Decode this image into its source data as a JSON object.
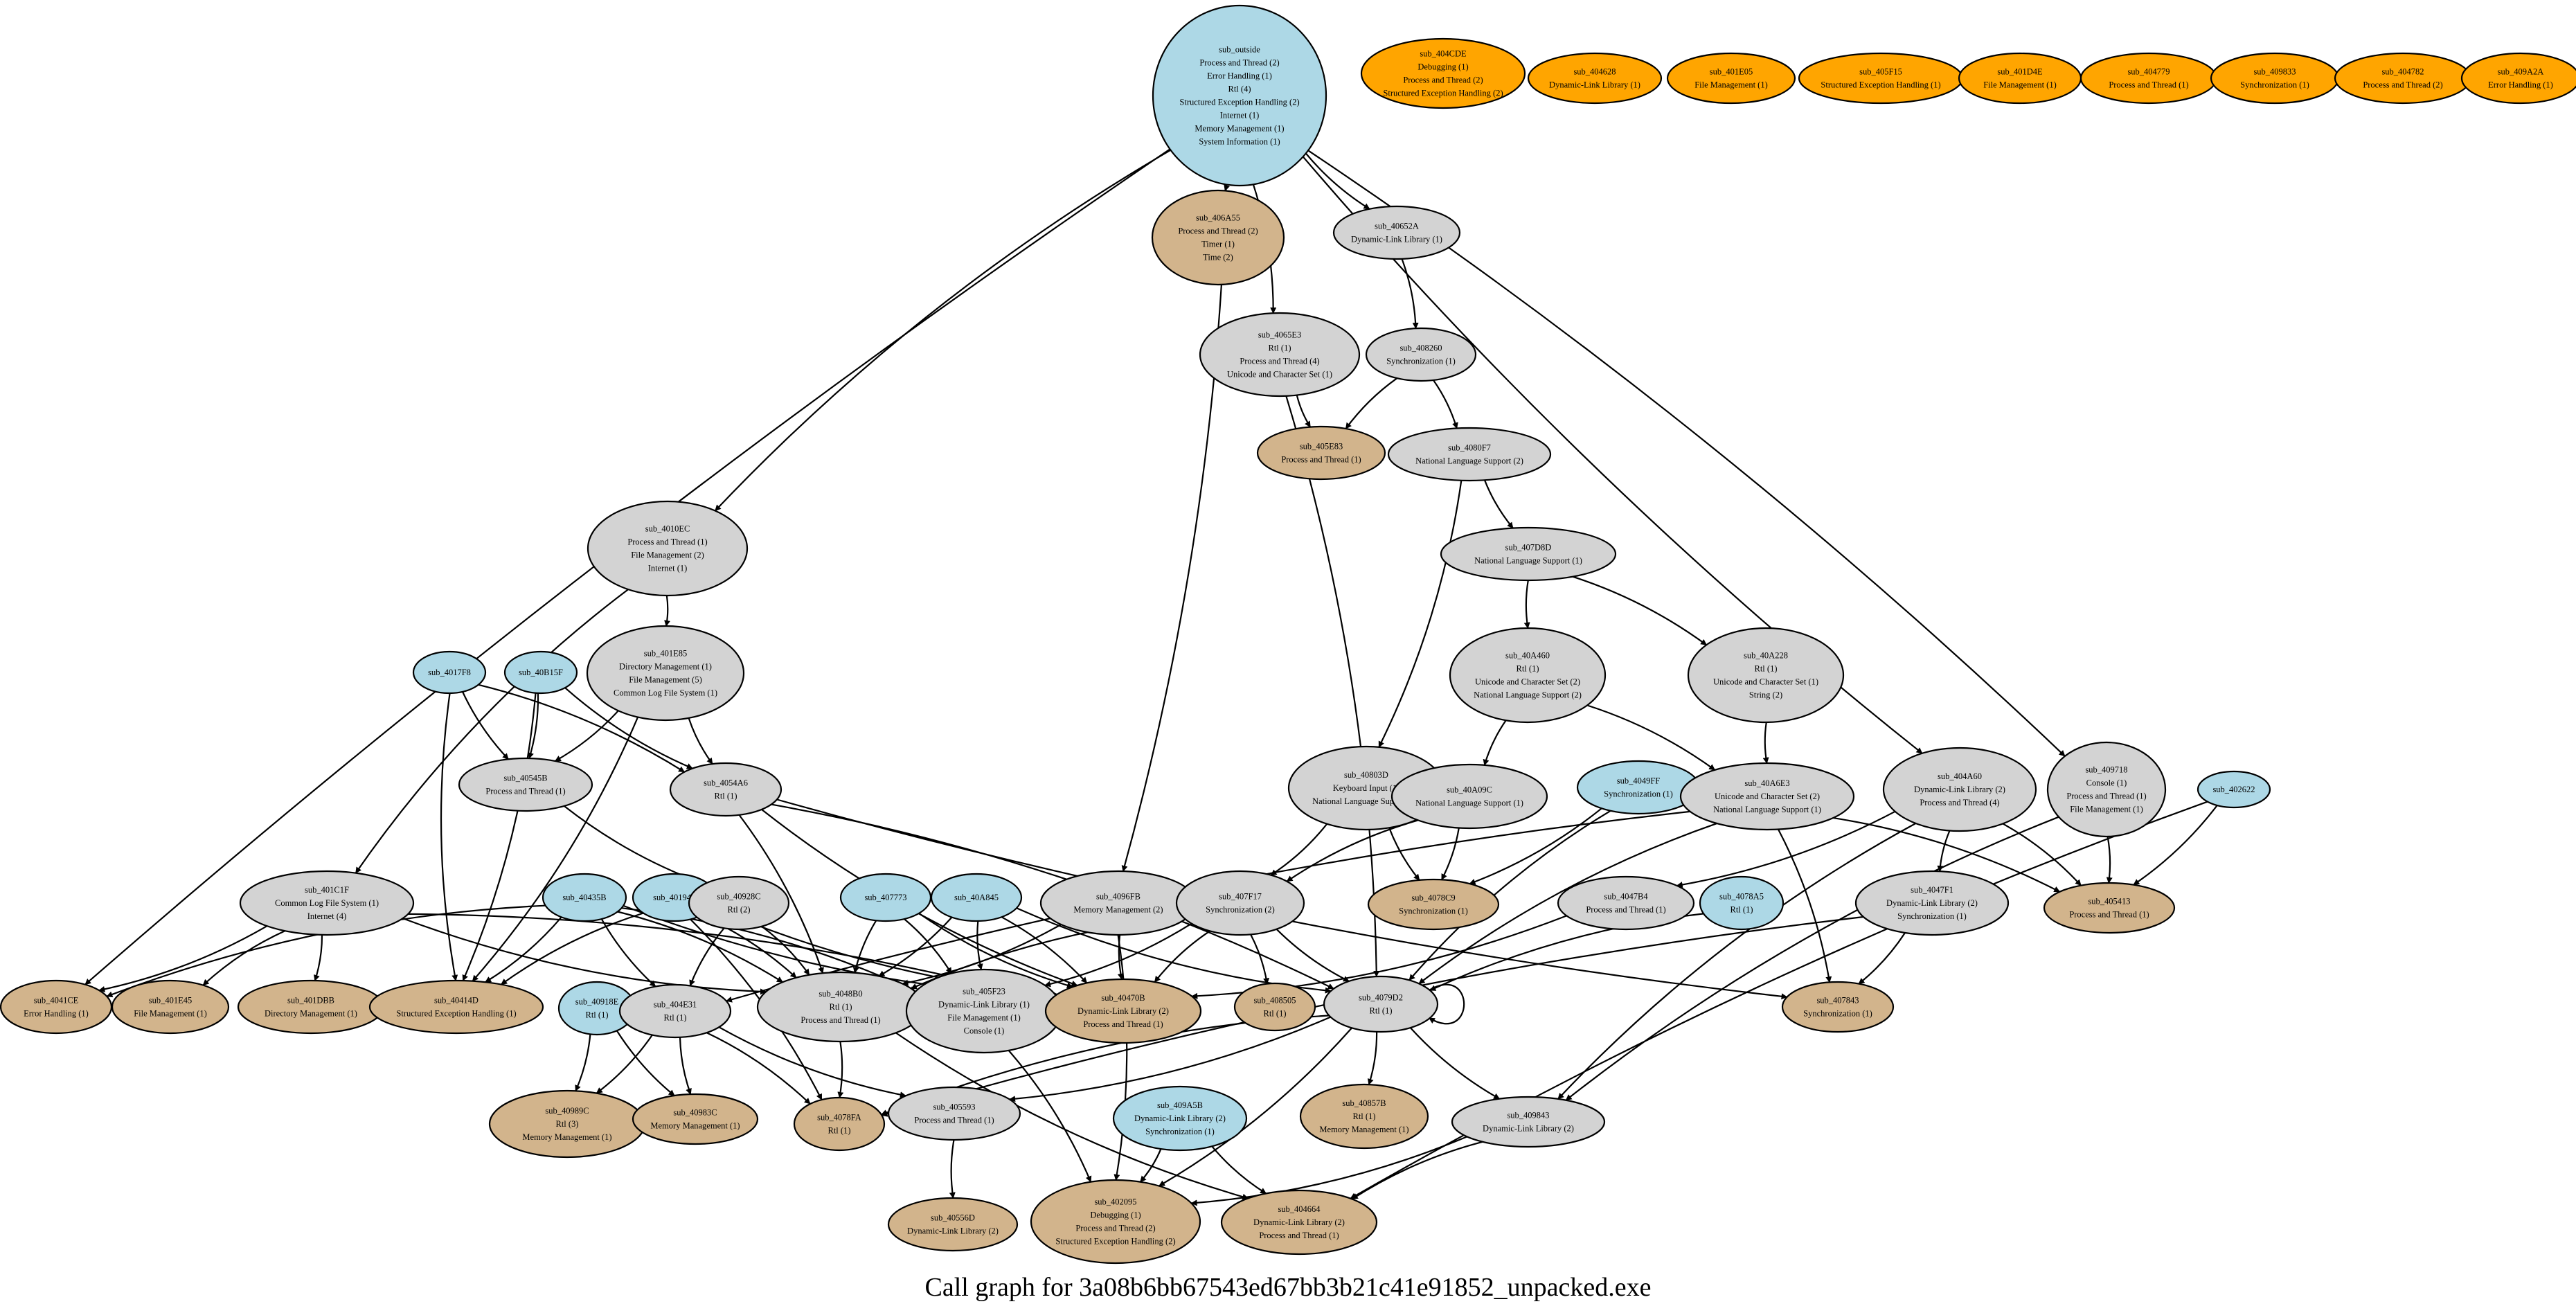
{
  "caption": "Call graph for 3a08b6bb67543ed67bb3b21c41e91852_unpacked.exe",
  "colors": {
    "root": "#add8e6",
    "internal": "#d3d3d3",
    "leaf": "#d2b48c",
    "isolated": "#ffa500",
    "edge": "#000000"
  },
  "nodes": [
    {
      "id": "sub_outside",
      "kind": "root",
      "lines": [
        "Process and Thread (2)",
        "Error Handling (1)",
        "Rtl (4)",
        "Structured Exception Handling (2)",
        "Internet (1)",
        "Memory Management (1)",
        "System Information (1)"
      ]
    },
    {
      "id": "sub_404CDE",
      "kind": "isolated",
      "lines": [
        "Debugging (1)",
        "Process and Thread (2)",
        "Structured Exception Handling (2)"
      ]
    },
    {
      "id": "sub_404628",
      "kind": "isolated",
      "lines": [
        "Dynamic-Link Library (1)"
      ]
    },
    {
      "id": "sub_401E05",
      "kind": "isolated",
      "lines": [
        "File Management (1)"
      ]
    },
    {
      "id": "sub_405F15",
      "kind": "isolated",
      "lines": [
        "Structured Exception Handling (1)"
      ]
    },
    {
      "id": "sub_401D4E",
      "kind": "isolated",
      "lines": [
        "File Management (1)"
      ]
    },
    {
      "id": "sub_404779",
      "kind": "isolated",
      "lines": [
        "Process and Thread (1)"
      ]
    },
    {
      "id": "sub_409833",
      "kind": "isolated",
      "lines": [
        "Synchronization (1)"
      ]
    },
    {
      "id": "sub_404782",
      "kind": "isolated",
      "lines": [
        "Process and Thread (2)"
      ]
    },
    {
      "id": "sub_409A2A",
      "kind": "isolated",
      "lines": [
        "Error Handling (1)"
      ]
    },
    {
      "id": "sub_406A55",
      "kind": "leaf",
      "lines": [
        "Process and Thread (2)",
        "Timer (1)",
        "Time (2)"
      ]
    },
    {
      "id": "sub_40652A",
      "kind": "internal",
      "lines": [
        "Dynamic-Link Library (1)"
      ]
    },
    {
      "id": "sub_4065E3",
      "kind": "internal",
      "lines": [
        "Rtl (1)",
        "Process and Thread (4)",
        "Unicode and Character Set (1)"
      ]
    },
    {
      "id": "sub_408260",
      "kind": "internal",
      "lines": [
        "Synchronization (1)"
      ]
    },
    {
      "id": "sub_405E83",
      "kind": "leaf",
      "lines": [
        "Process and Thread (1)"
      ]
    },
    {
      "id": "sub_4080F7",
      "kind": "internal",
      "lines": [
        "National Language Support (2)"
      ]
    },
    {
      "id": "sub_4010EC",
      "kind": "internal",
      "lines": [
        "Process and Thread (1)",
        "File Management (2)",
        "Internet (1)"
      ]
    },
    {
      "id": "sub_407D8D",
      "kind": "internal",
      "lines": [
        "National Language Support (1)"
      ]
    },
    {
      "id": "sub_401E85",
      "kind": "internal",
      "lines": [
        "Directory Management (1)",
        "File Management (5)",
        "Common Log File System (1)"
      ]
    },
    {
      "id": "sub_40A460",
      "kind": "internal",
      "lines": [
        "Rtl (1)",
        "Unicode and Character Set (2)",
        "National Language Support (2)"
      ]
    },
    {
      "id": "sub_40A228",
      "kind": "internal",
      "lines": [
        "Rtl (1)",
        "Unicode and Character Set (1)",
        "String (2)"
      ]
    },
    {
      "id": "sub_4017F8",
      "kind": "root",
      "lines": []
    },
    {
      "id": "sub_40B15F",
      "kind": "root",
      "lines": []
    },
    {
      "id": "sub_40545B",
      "kind": "internal",
      "lines": [
        "Process and Thread (1)"
      ]
    },
    {
      "id": "sub_4054A6",
      "kind": "internal",
      "lines": [
        "Rtl (1)"
      ]
    },
    {
      "id": "sub_40803D",
      "kind": "internal",
      "lines": [
        "Keyboard Input (1)",
        "National Language Support (1)"
      ]
    },
    {
      "id": "sub_40A09C",
      "kind": "internal",
      "lines": [
        "National Language Support (1)"
      ]
    },
    {
      "id": "sub_4049FF",
      "kind": "root",
      "lines": [
        "Synchronization (1)"
      ]
    },
    {
      "id": "sub_40A6E3",
      "kind": "internal",
      "lines": [
        "Unicode and Character Set (2)",
        "National Language Support (1)"
      ]
    },
    {
      "id": "sub_404A60",
      "kind": "internal",
      "lines": [
        "Dynamic-Link Library (2)",
        "Process and Thread (4)"
      ]
    },
    {
      "id": "sub_409718",
      "kind": "internal",
      "lines": [
        "Console (1)",
        "Process and Thread (1)",
        "File Management (1)"
      ]
    },
    {
      "id": "sub_402622",
      "kind": "root",
      "lines": []
    },
    {
      "id": "sub_401C1F",
      "kind": "internal",
      "lines": [
        "Common Log File System (1)",
        "Internet (4)"
      ]
    },
    {
      "id": "sub_40435B",
      "kind": "root",
      "lines": []
    },
    {
      "id": "sub_40194F",
      "kind": "root",
      "lines": []
    },
    {
      "id": "sub_40928C",
      "kind": "internal",
      "lines": [
        "Rtl (2)"
      ]
    },
    {
      "id": "sub_407773",
      "kind": "root",
      "lines": []
    },
    {
      "id": "sub_40A845",
      "kind": "root",
      "lines": []
    },
    {
      "id": "sub_4096FB",
      "kind": "internal",
      "lines": [
        "Memory Management (2)"
      ]
    },
    {
      "id": "sub_407F17",
      "kind": "internal",
      "lines": [
        "Synchronization (2)"
      ]
    },
    {
      "id": "sub_4078C9",
      "kind": "leaf",
      "lines": [
        "Synchronization (1)"
      ]
    },
    {
      "id": "sub_4047B4",
      "kind": "internal",
      "lines": [
        "Process and Thread (1)"
      ]
    },
    {
      "id": "sub_4078A5",
      "kind": "root",
      "lines": [
        "Rtl (1)"
      ]
    },
    {
      "id": "sub_4047F1",
      "kind": "internal",
      "lines": [
        "Dynamic-Link Library (2)",
        "Synchronization (1)"
      ]
    },
    {
      "id": "sub_405413",
      "kind": "leaf",
      "lines": [
        "Process and Thread (1)"
      ]
    },
    {
      "id": "sub_4041CE",
      "kind": "leaf",
      "lines": [
        "Error Handling (1)"
      ]
    },
    {
      "id": "sub_401E45",
      "kind": "leaf",
      "lines": [
        "File Management (1)"
      ]
    },
    {
      "id": "sub_401DBB",
      "kind": "leaf",
      "lines": [
        "Directory Management (1)"
      ]
    },
    {
      "id": "sub_40414D",
      "kind": "leaf",
      "lines": [
        "Structured Exception Handling (1)"
      ]
    },
    {
      "id": "sub_40918E",
      "kind": "root",
      "lines": [
        "Rtl (1)"
      ]
    },
    {
      "id": "sub_404E31",
      "kind": "internal",
      "lines": [
        "Rtl (1)"
      ]
    },
    {
      "id": "sub_4048B0",
      "kind": "internal",
      "lines": [
        "Rtl (1)",
        "Process and Thread (1)"
      ]
    },
    {
      "id": "sub_405F23",
      "kind": "internal",
      "lines": [
        "Dynamic-Link Library (1)",
        "File Management (1)",
        "Console (1)"
      ]
    },
    {
      "id": "sub_40470B",
      "kind": "leaf",
      "lines": [
        "Dynamic-Link Library (2)",
        "Process and Thread (1)"
      ]
    },
    {
      "id": "sub_408505",
      "kind": "leaf",
      "lines": [
        "Rtl (1)"
      ]
    },
    {
      "id": "sub_4079D2",
      "kind": "internal",
      "lines": [
        "Rtl (1)"
      ]
    },
    {
      "id": "sub_407843",
      "kind": "leaf",
      "lines": [
        "Synchronization (1)"
      ]
    },
    {
      "id": "sub_40989C",
      "kind": "leaf",
      "lines": [
        "Rtl (3)",
        "Memory Management (1)"
      ]
    },
    {
      "id": "sub_40983C",
      "kind": "leaf",
      "lines": [
        "Memory Management (1)"
      ]
    },
    {
      "id": "sub_4078FA",
      "kind": "leaf",
      "lines": [
        "Rtl (1)"
      ]
    },
    {
      "id": "sub_405593",
      "kind": "internal",
      "lines": [
        "Process and Thread (1)"
      ]
    },
    {
      "id": "sub_409A5B",
      "kind": "root",
      "lines": [
        "Dynamic-Link Library (2)",
        "Synchronization (1)"
      ]
    },
    {
      "id": "sub_40857B",
      "kind": "leaf",
      "lines": [
        "Rtl (1)",
        "Memory Management (1)"
      ]
    },
    {
      "id": "sub_409843",
      "kind": "internal",
      "lines": [
        "Dynamic-Link Library (2)"
      ]
    },
    {
      "id": "sub_40556D",
      "kind": "leaf",
      "lines": [
        "Dynamic-Link Library (2)"
      ]
    },
    {
      "id": "sub_402095",
      "kind": "leaf",
      "lines": [
        "Debugging (1)",
        "Process and Thread (2)",
        "Structured Exception Handling (2)"
      ]
    },
    {
      "id": "sub_404664",
      "kind": "leaf",
      "lines": [
        "Dynamic-Link Library (2)",
        "Process and Thread (1)"
      ]
    }
  ],
  "edges": [
    [
      "sub_outside",
      "sub_406A55"
    ],
    [
      "sub_outside",
      "sub_40652A"
    ],
    [
      "sub_outside",
      "sub_4065E3"
    ],
    [
      "sub_outside",
      "sub_4010EC"
    ],
    [
      "sub_outside",
      "sub_4096FB"
    ],
    [
      "sub_outside",
      "sub_404A60"
    ],
    [
      "sub_outside",
      "sub_409718"
    ],
    [
      "sub_outside",
      "sub_4041CE"
    ],
    [
      "sub_40652A",
      "sub_408260"
    ],
    [
      "sub_408260",
      "sub_405E83"
    ],
    [
      "sub_408260",
      "sub_4080F7"
    ],
    [
      "sub_4065E3",
      "sub_405E83"
    ],
    [
      "sub_4065E3",
      "sub_4079D2"
    ],
    [
      "sub_4080F7",
      "sub_407D8D"
    ],
    [
      "sub_4080F7",
      "sub_40803D"
    ],
    [
      "sub_407D8D",
      "sub_40A460"
    ],
    [
      "sub_407D8D",
      "sub_40A228"
    ],
    [
      "sub_40A460",
      "sub_40A09C"
    ],
    [
      "sub_40A460",
      "sub_40A6E3"
    ],
    [
      "sub_40A228",
      "sub_40A6E3"
    ],
    [
      "sub_4010EC",
      "sub_401E85"
    ],
    [
      "sub_4010EC",
      "sub_401C1F"
    ],
    [
      "sub_401E85",
      "sub_40545B"
    ],
    [
      "sub_401E85",
      "sub_4054A6"
    ],
    [
      "sub_401E85",
      "sub_40414D"
    ],
    [
      "sub_4017F8",
      "sub_40545B"
    ],
    [
      "sub_4017F8",
      "sub_4054A6"
    ],
    [
      "sub_4017F8",
      "sub_40414D"
    ],
    [
      "sub_40B15F",
      "sub_40545B"
    ],
    [
      "sub_40B15F",
      "sub_4054A6"
    ],
    [
      "sub_40B15F",
      "sub_40414D"
    ],
    [
      "sub_40545B",
      "sub_40928C"
    ],
    [
      "sub_4054A6",
      "sub_4048B0"
    ],
    [
      "sub_4054A6",
      "sub_40470B"
    ],
    [
      "sub_4054A6",
      "sub_4079D2"
    ],
    [
      "sub_4054A6",
      "sub_407843"
    ],
    [
      "sub_40803D",
      "sub_407F17"
    ],
    [
      "sub_40803D",
      "sub_4078C9"
    ],
    [
      "sub_40A09C",
      "sub_4078C9"
    ],
    [
      "sub_40A09C",
      "sub_407F17"
    ],
    [
      "sub_4049FF",
      "sub_4078C9"
    ],
    [
      "sub_4049FF",
      "sub_4079D2"
    ],
    [
      "sub_40A6E3",
      "sub_405413"
    ],
    [
      "sub_40A6E3",
      "sub_4079D2"
    ],
    [
      "sub_40A6E3",
      "sub_407843"
    ],
    [
      "sub_40A6E3",
      "sub_404E31"
    ],
    [
      "sub_404A60",
      "sub_4047B4"
    ],
    [
      "sub_404A60",
      "sub_4047F1"
    ],
    [
      "sub_404A60",
      "sub_405413"
    ],
    [
      "sub_404A60",
      "sub_409843"
    ],
    [
      "sub_409718",
      "sub_405413"
    ],
    [
      "sub_409718",
      "sub_409843"
    ],
    [
      "sub_402622",
      "sub_405413"
    ],
    [
      "sub_402622",
      "sub_404664"
    ],
    [
      "sub_401C1F",
      "sub_4041CE"
    ],
    [
      "sub_401C1F",
      "sub_401E45"
    ],
    [
      "sub_401C1F",
      "sub_401DBB"
    ],
    [
      "sub_401C1F",
      "sub_4048B0"
    ],
    [
      "sub_401C1F",
      "sub_40470B"
    ],
    [
      "sub_40435B",
      "sub_4041CE"
    ],
    [
      "sub_40435B",
      "sub_40414D"
    ],
    [
      "sub_40435B",
      "sub_404E31"
    ],
    [
      "sub_40435B",
      "sub_4048B0"
    ],
    [
      "sub_40435B",
      "sub_40470B"
    ],
    [
      "sub_40435B",
      "sub_405F23"
    ],
    [
      "sub_40194F",
      "sub_40414D"
    ],
    [
      "sub_40194F",
      "sub_4048B0"
    ],
    [
      "sub_40194F",
      "sub_40470B"
    ],
    [
      "sub_40194F",
      "sub_4078FA"
    ],
    [
      "sub_40928C",
      "sub_404E31"
    ],
    [
      "sub_40928C",
      "sub_4048B0"
    ],
    [
      "sub_407773",
      "sub_4048B0"
    ],
    [
      "sub_407773",
      "sub_405F23"
    ],
    [
      "sub_407773",
      "sub_40470B"
    ],
    [
      "sub_40A845",
      "sub_4048B0"
    ],
    [
      "sub_40A845",
      "sub_405F23"
    ],
    [
      "sub_40A845",
      "sub_40470B"
    ],
    [
      "sub_40A845",
      "sub_4079D2"
    ],
    [
      "sub_4096FB",
      "sub_4048B0"
    ],
    [
      "sub_4096FB",
      "sub_40470B"
    ],
    [
      "sub_4096FB",
      "sub_402095"
    ],
    [
      "sub_407F17",
      "sub_4048B0"
    ],
    [
      "sub_407F17",
      "sub_405F23"
    ],
    [
      "sub_407F17",
      "sub_40470B"
    ],
    [
      "sub_407F17",
      "sub_408505"
    ],
    [
      "sub_407F17",
      "sub_4079D2"
    ],
    [
      "sub_4047B4",
      "sub_40470B"
    ],
    [
      "sub_4078A5",
      "sub_4079D2"
    ],
    [
      "sub_4047F1",
      "sub_407843"
    ],
    [
      "sub_4047F1",
      "sub_4078FA"
    ],
    [
      "sub_40918E",
      "sub_40989C"
    ],
    [
      "sub_40918E",
      "sub_40983C"
    ],
    [
      "sub_404E31",
      "sub_40989C"
    ],
    [
      "sub_404E31",
      "sub_40983C"
    ],
    [
      "sub_404E31",
      "sub_4078FA"
    ],
    [
      "sub_404E31",
      "sub_405593"
    ],
    [
      "sub_4048B0",
      "sub_4078FA"
    ],
    [
      "sub_4048B0",
      "sub_404664"
    ],
    [
      "sub_405F23",
      "sub_402095"
    ],
    [
      "sub_4079D2",
      "sub_4079D2"
    ],
    [
      "sub_4079D2",
      "sub_40857B"
    ],
    [
      "sub_4079D2",
      "sub_409843"
    ],
    [
      "sub_4079D2",
      "sub_405593"
    ],
    [
      "sub_4079D2",
      "sub_4078FA"
    ],
    [
      "sub_4079D2",
      "sub_402095"
    ],
    [
      "sub_405593",
      "sub_40556D"
    ],
    [
      "sub_409A5B",
      "sub_402095"
    ],
    [
      "sub_409A5B",
      "sub_404664"
    ],
    [
      "sub_409843",
      "sub_402095"
    ],
    [
      "sub_409843",
      "sub_404664"
    ]
  ]
}
